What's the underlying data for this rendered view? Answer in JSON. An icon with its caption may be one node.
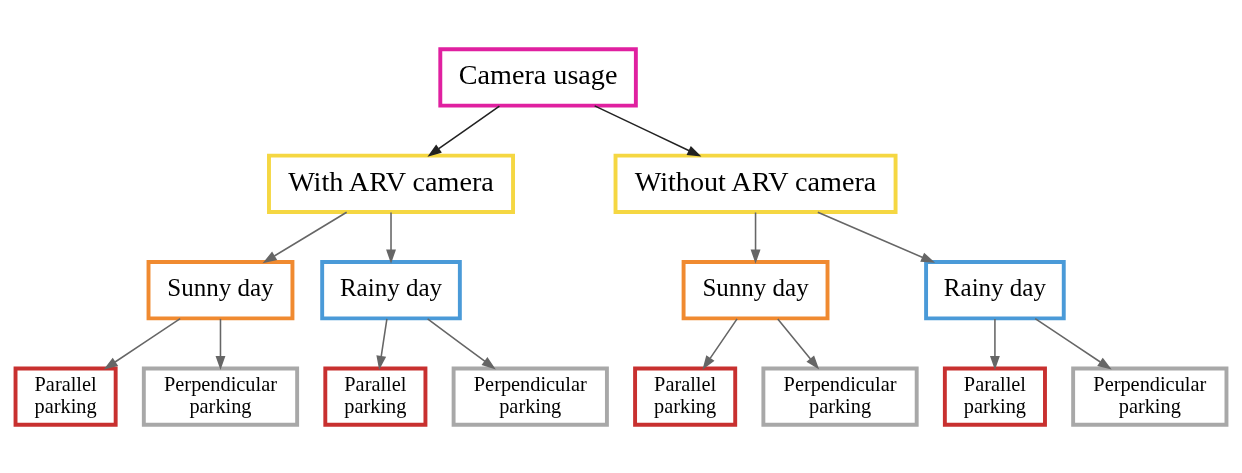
{
  "diagram": {
    "nodes": [
      {
        "text": [
          "Camera usage"
        ]
      },
      {
        "text": [
          "With ARV camera"
        ]
      },
      {
        "text": [
          "Sunny day"
        ]
      },
      {
        "text": [
          "Parallel parking"
        ]
      },
      {
        "text": [
          "Perpendicular parking"
        ]
      },
      {
        "text": [
          "Rainy day"
        ]
      },
      {
        "text": [
          "Parallel parking"
        ]
      },
      {
        "text": [
          "Perpendicular parking"
        ]
      },
      {
        "text": [
          "Without ARV camera"
        ]
      },
      {
        "text": [
          "Sunny day"
        ]
      },
      {
        "text": [
          "Parallel parking"
        ]
      },
      {
        "text": [
          "Perpendicular parking"
        ]
      },
      {
        "text": [
          "Rainy day"
        ]
      },
      {
        "text": [
          "Parallel parking"
        ]
      },
      {
        "text": [
          "Perpendicular parking"
        ]
      }
    ],
    "edges": [
      {
        "from": 0,
        "to": 1,
        "arrow": "to",
        "color": "#222222"
      },
      {
        "from": 0,
        "to": 8,
        "arrow": "to",
        "color": "#222222"
      },
      {
        "from": 1,
        "to": 2,
        "arrow": "to"
      },
      {
        "from": 1,
        "to": 5,
        "arrow": "to"
      },
      {
        "from": 2,
        "to": 3,
        "arrow": "to"
      },
      {
        "from": 2,
        "to": 4,
        "arrow": "to"
      },
      {
        "from": 5,
        "to": 6,
        "arrow": "to"
      },
      {
        "from": 5,
        "to": 7,
        "arrow": "to"
      },
      {
        "from": 8,
        "to": 9,
        "arrow": "to"
      },
      {
        "from": 8,
        "to": 12,
        "arrow": "to"
      },
      {
        "from": 9,
        "to": 10,
        "arrow": "to"
      },
      {
        "from": 9,
        "to": 11,
        "arrow": "to"
      },
      {
        "from": 12,
        "to": 13,
        "arrow": "to"
      },
      {
        "from": 12,
        "to": 14,
        "arrow": "to"
      }
    ]
  }
}
